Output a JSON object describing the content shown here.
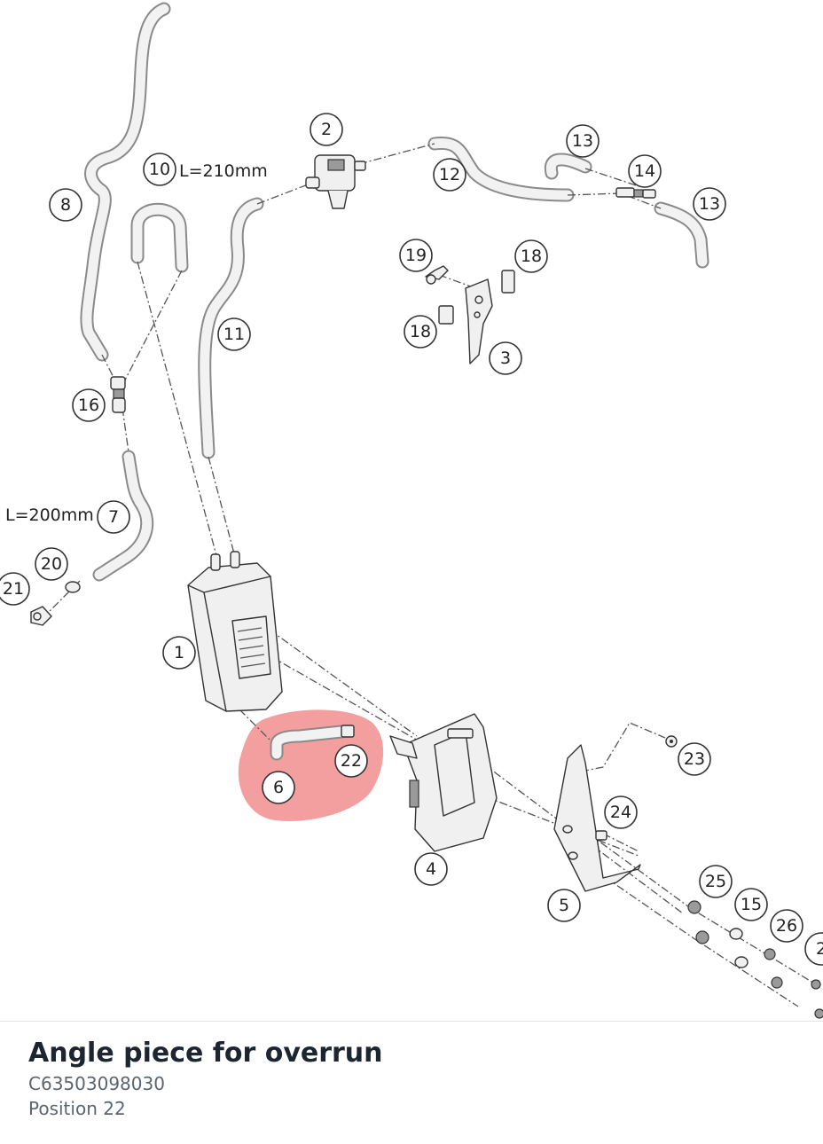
{
  "diagram": {
    "callouts": [
      "1",
      "2",
      "3",
      "4",
      "5",
      "6",
      "7",
      "8",
      "10",
      "11",
      "12",
      "13",
      "13",
      "14",
      "15",
      "16",
      "18",
      "18",
      "19",
      "20",
      "21",
      "22",
      "23",
      "24",
      "25",
      "26",
      "2"
    ],
    "length_labels": [
      "L=210mm",
      "L=200mm"
    ]
  },
  "part": {
    "title": "Angle piece for overrun",
    "number": "C63503098030",
    "position": "Position 22"
  },
  "colors": {
    "highlight": "#f07a7a",
    "line": "#333333",
    "hose": "#8a8a8a"
  }
}
